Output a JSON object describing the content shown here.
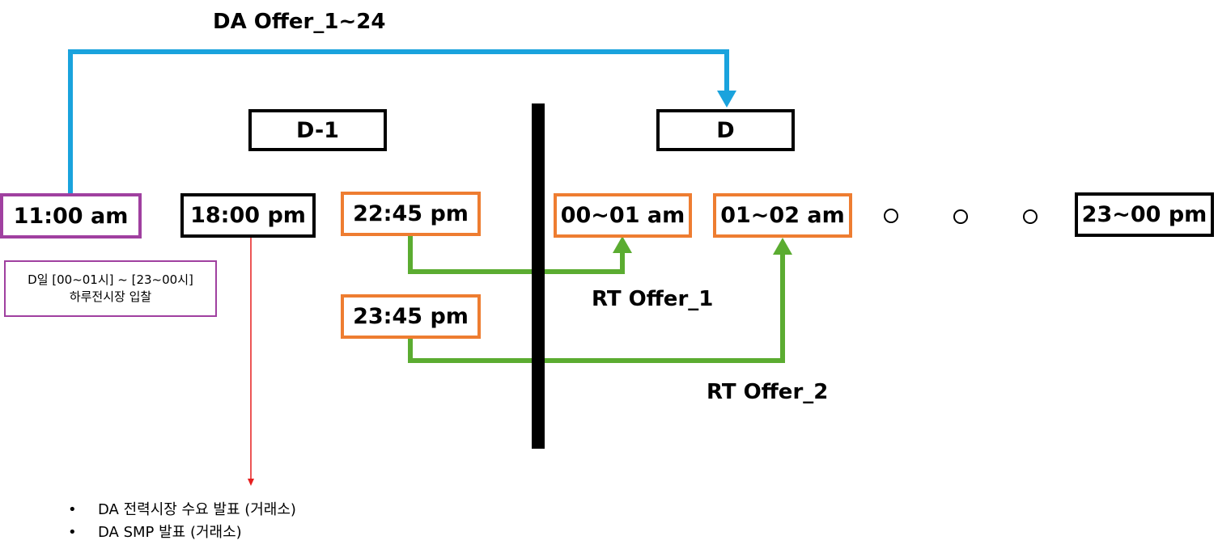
{
  "colors": {
    "da_line": "#1aa3dd",
    "rt_line": "#5bac31",
    "notice_line": "#e61f1f",
    "purple_border": "#a040a0",
    "orange_border": "#ee7d31",
    "divider": "#000000"
  },
  "title": "DA Offer_1~24",
  "day_labels": {
    "prev": "D-1",
    "current": "D"
  },
  "times": {
    "t1100": "11:00 am",
    "t1800": "18:00 pm",
    "t2245": "22:45 pm",
    "t2345": "23:45 pm",
    "t0001": "00~01 am",
    "t0102": "01~02 am",
    "t2300": "23~00 pm"
  },
  "note": {
    "line1": "D일 [00~01시] ~ [23~00시]",
    "line2": "하루전시장 입찰"
  },
  "rt_labels": {
    "offer1": "RT Offer_1",
    "offer2": "RT Offer_2"
  },
  "ellipsis_icons": [
    "circle-icon",
    "circle-icon",
    "circle-icon"
  ],
  "announcements": {
    "bullet": "•",
    "items": [
      "DA 전력시장 수요 발표 (거래소)",
      "DA SMP 발표 (거래소)"
    ]
  }
}
